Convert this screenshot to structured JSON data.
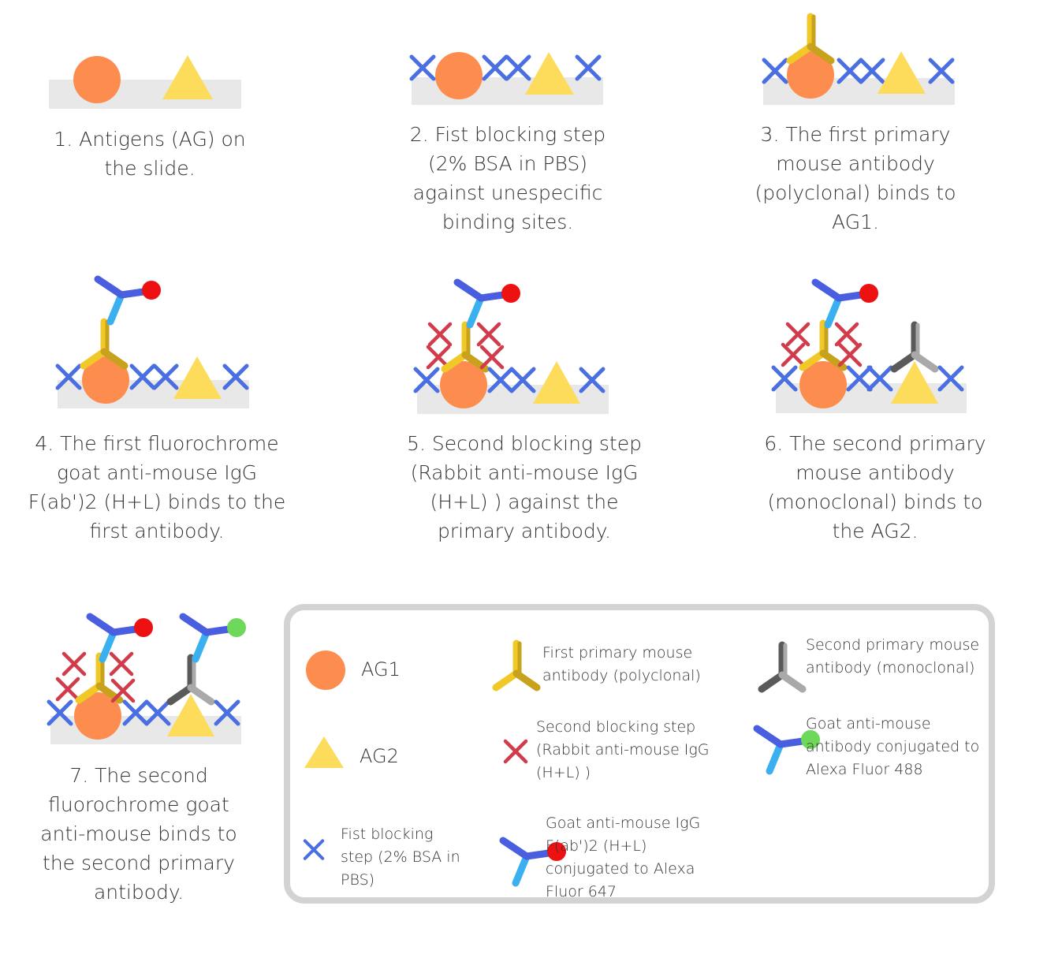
{
  "steps": [
    {
      "number": "1.",
      "lines": [
        "1. Antigens (AG) on",
        "the slide."
      ]
    },
    {
      "number": "2.",
      "lines": [
        "2. Fist blocking step",
        "(2% BSA in PBS)",
        "against unespecific",
        "binding sites."
      ]
    },
    {
      "number": "3.",
      "lines": [
        "3. The first primary",
        "mouse antibody",
        "(polyclonal) binds to",
        "AG1."
      ]
    },
    {
      "number": "4.",
      "lines": [
        "4. The first fluorochrome",
        "goat anti-mouse IgG",
        "F(ab')2 (H+L) binds to the",
        "first antibody."
      ]
    },
    {
      "number": "5.",
      "lines": [
        "5. Second blocking step",
        "(Rabbit anti-mouse IgG",
        "(H+L) ) against the",
        "primary antibody."
      ]
    },
    {
      "number": "6.",
      "lines": [
        "6. The second primary",
        "mouse antibody",
        "(monoclonal) binds to",
        "the AG2."
      ]
    },
    {
      "number": "7.",
      "lines": [
        "7. The second",
        "fluorochrome goat",
        "anti-mouse binds to",
        "the second primary",
        "antibody."
      ]
    }
  ],
  "legend": {
    "ag1": "AG1",
    "ag2": "AG2",
    "first_blocking": [
      "Fist blocking",
      "step (2% BSA in",
      "PBS)"
    ],
    "first_primary": [
      "First primary mouse",
      "antibody (polyclonal)"
    ],
    "second_blocking": [
      "Second blocking step",
      "(Rabbit anti-mouse IgG",
      "(H+L) )"
    ],
    "goat_647": [
      "Goat anti-mouse IgG",
      "F(ab')2 (H+L)",
      "conjugated to Alexa",
      "Fluor 647"
    ],
    "second_primary": [
      "Second primary mouse",
      "antibody (monoclonal)"
    ],
    "goat_488": [
      "Goat anti-mouse",
      "antibody conjugated to",
      "Alexa Fluor 488"
    ]
  },
  "colors": {
    "slide": "#e8e8e8",
    "ag1": "#fd8d4e",
    "ag2": "#fddc5c",
    "bsa_cross": "#4a6fe3",
    "rabbit_cross": "#d23b4c",
    "primary_poly_light": "#f0c828",
    "primary_poly_dark": "#c8a21c",
    "primary_mono_light": "#a9a9a9",
    "primary_mono_dark": "#5a5a5a",
    "goat_dark": "#4a5fe0",
    "goat_light": "#3ab0f0",
    "alexa647": "#ee1111",
    "alexa488": "#6ed85a",
    "border": "#d3d3d3"
  },
  "icons": [
    "ag1-circle-icon",
    "ag2-triangle-icon",
    "bsa-cross-icon",
    "rabbit-cross-icon",
    "polyclonal-antibody-icon",
    "monoclonal-antibody-icon",
    "goat-647-antibody-icon",
    "goat-488-antibody-icon"
  ]
}
